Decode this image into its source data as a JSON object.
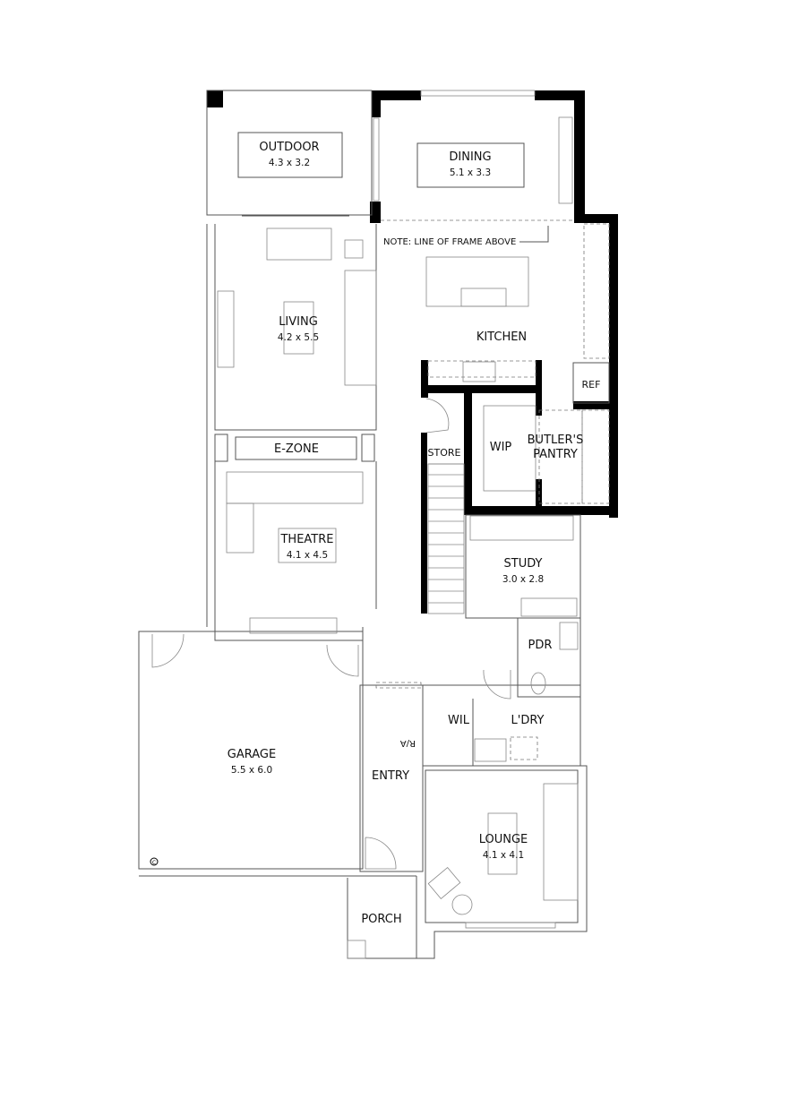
{
  "plan": {
    "note": "NOTE: LINE OF FRAME ABOVE",
    "rooms": {
      "outdoor": {
        "name": "OUTDOOR",
        "size": "4.3 x 3.2"
      },
      "dining": {
        "name": "DINING",
        "size": "5.1 x 3.3"
      },
      "living": {
        "name": "LIVING",
        "size": "4.2 x 5.5"
      },
      "kitchen": {
        "name": "KITCHEN"
      },
      "ref": {
        "name": "REF"
      },
      "ezone": {
        "name": "E-ZONE"
      },
      "store": {
        "name": "STORE"
      },
      "wip": {
        "name": "WIP"
      },
      "butlers_pantry": {
        "name_line1": "BUTLER'S",
        "name_line2": "PANTRY"
      },
      "theatre": {
        "name": "THEATRE",
        "size": "4.1 x 4.5"
      },
      "study": {
        "name": "STUDY",
        "size": "3.0 x 2.8"
      },
      "pdr": {
        "name": "PDR"
      },
      "wil": {
        "name": "WIL"
      },
      "ldry": {
        "name": "L'DRY"
      },
      "garage": {
        "name": "GARAGE",
        "size": "5.5 x 6.0"
      },
      "entry": {
        "name": "ENTRY"
      },
      "lounge": {
        "name": "LOUNGE",
        "size": "4.1 x 4.1"
      },
      "porch": {
        "name": "PORCH"
      }
    },
    "ra_mark": "R/A",
    "symbol_c": "C"
  }
}
